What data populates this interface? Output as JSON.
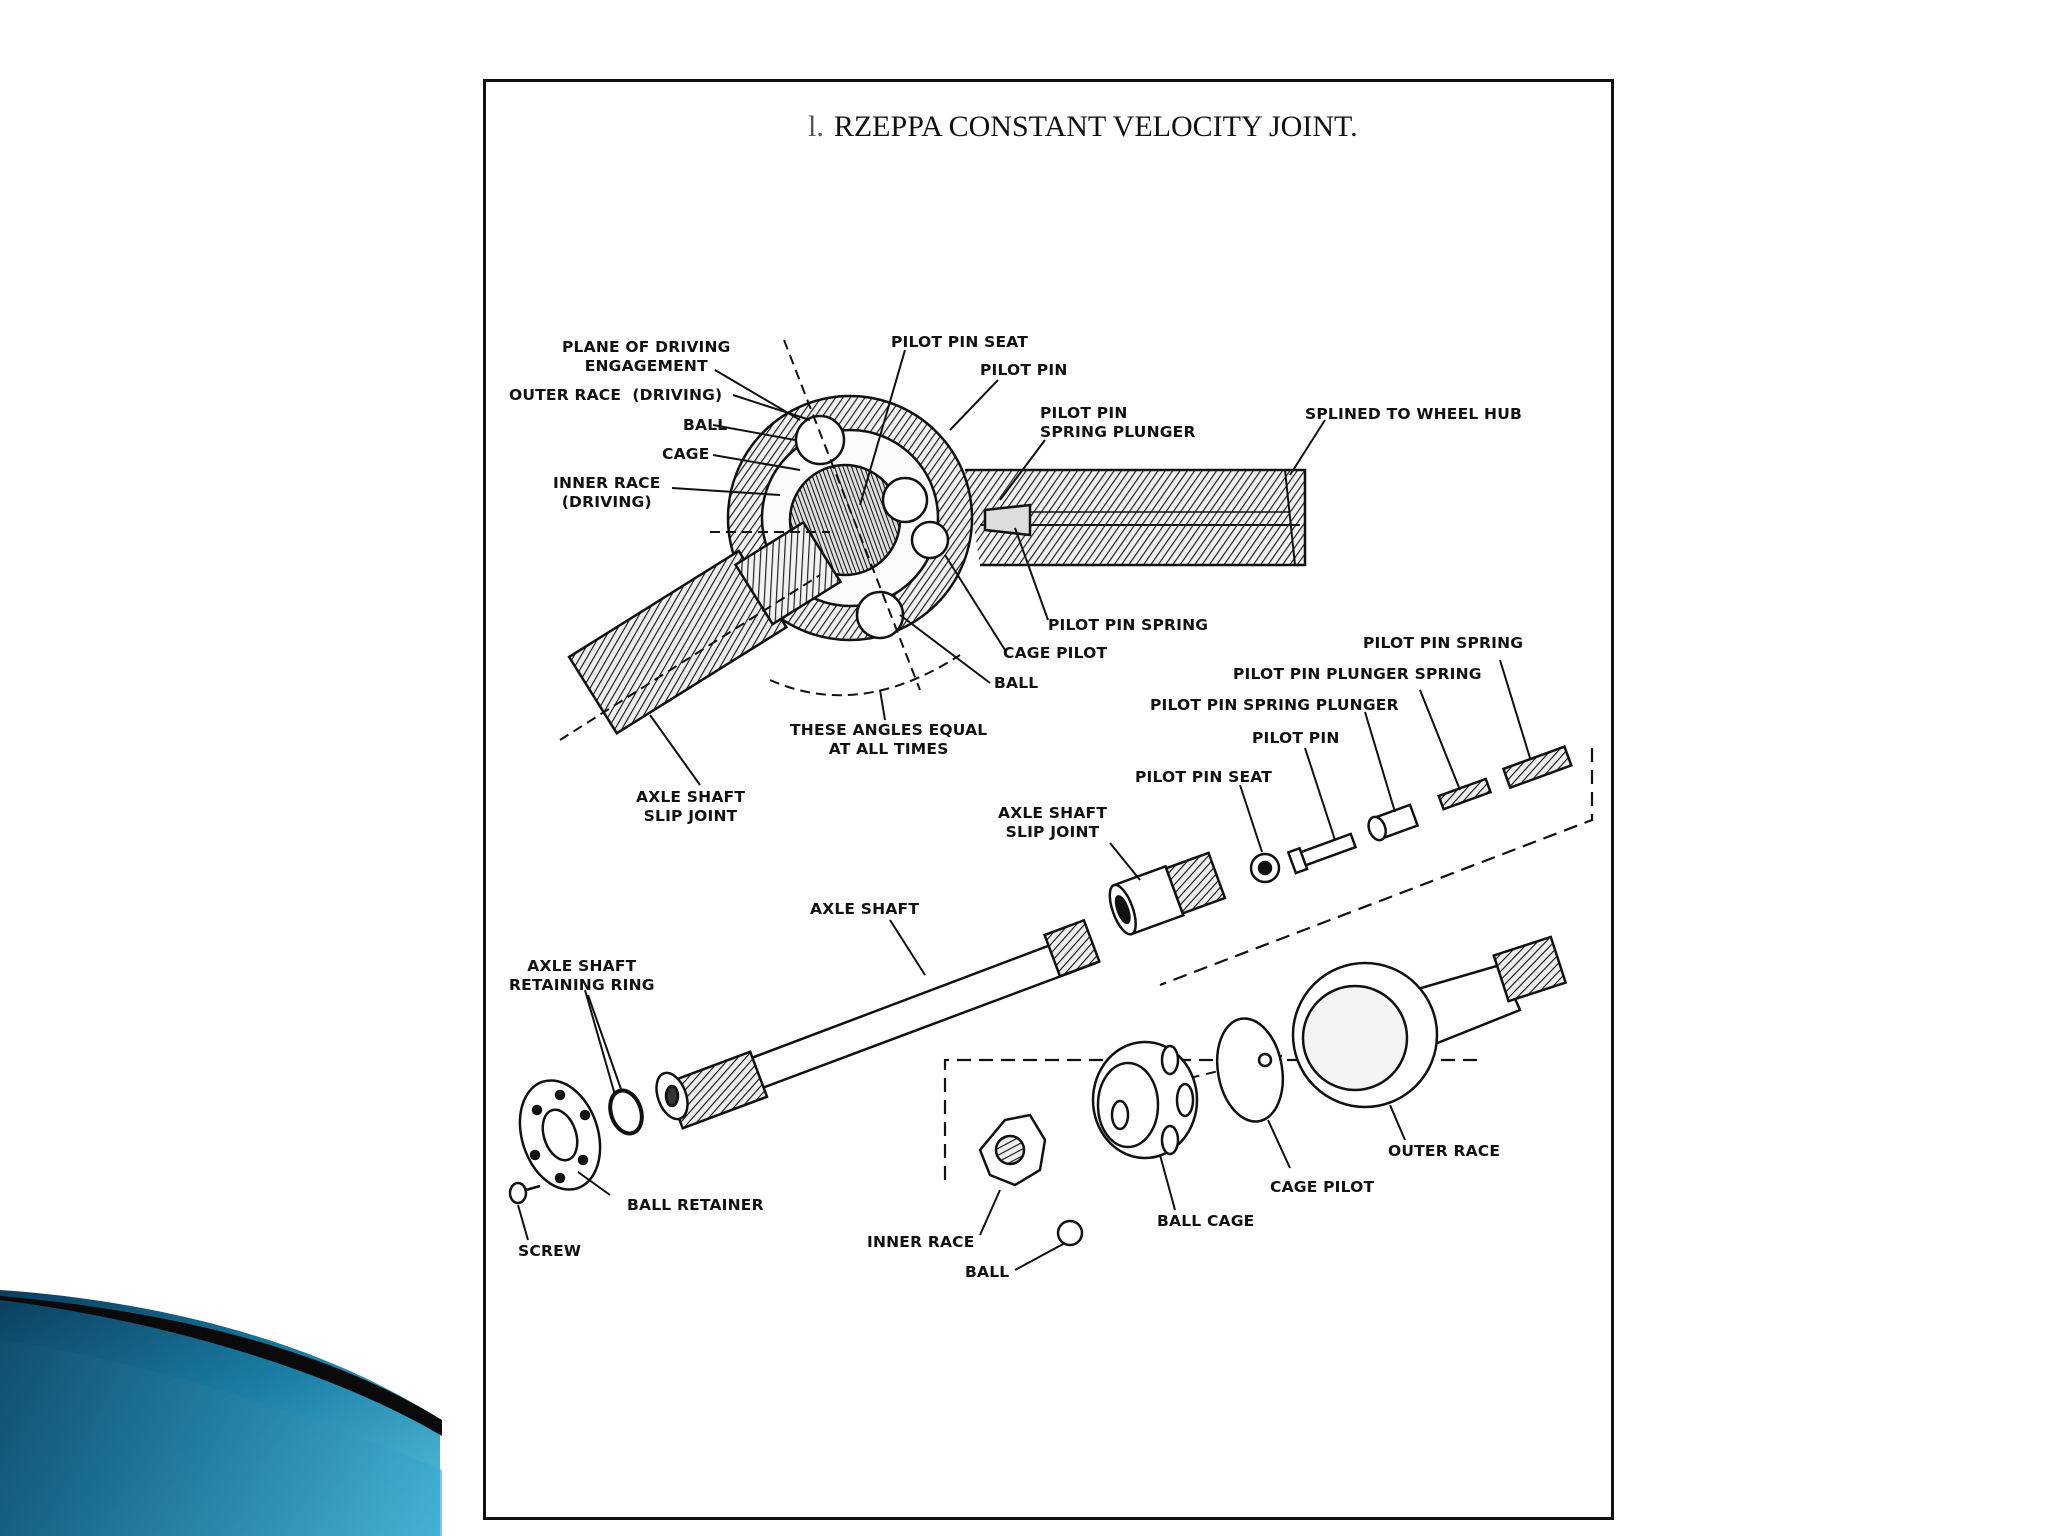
{
  "figure": {
    "title_prefix": "l.",
    "title": "RZEPPA CONSTANT VELOCITY JOINT."
  },
  "labels": {
    "plane_of_driving_engagement": "PLANE OF DRIVING\nENGAGEMENT",
    "outer_race_driving": "OUTER RACE  (DRIVING)",
    "ball_top": "BALL",
    "cage_top": "CAGE",
    "inner_race_driving": "INNER RACE\n(DRIVING)",
    "pilot_pin_seat_top": "PILOT PIN SEAT",
    "pilot_pin_top": "PILOT PIN",
    "pilot_pin_spring_plunger_top": "PILOT PIN\nSPRING PLUNGER",
    "splined_to_wheel_hub": "SPLINED TO WHEEL HUB",
    "pilot_pin_spring_top": "PILOT PIN SPRING",
    "cage_pilot_top": "CAGE PILOT",
    "ball_mid": "BALL",
    "these_angles_equal": "THESE ANGLES EQUAL\nAT ALL TIMES",
    "axle_shaft_slip_joint_top": "AXLE SHAFT\nSLIP JOINT",
    "pilot_pin_spring_right": "PILOT PIN SPRING",
    "pilot_pin_plunger_spring": "PILOT PIN PLUNGER SPRING",
    "pilot_pin_spring_plunger_right": "PILOT PIN SPRING PLUNGER",
    "pilot_pin_right": "PILOT PIN",
    "pilot_pin_seat_right": "PILOT PIN SEAT",
    "axle_shaft_slip_joint_mid": "AXLE SHAFT\nSLIP JOINT",
    "axle_shaft": "AXLE SHAFT",
    "axle_shaft_retaining_ring": "AXLE SHAFT\nRETAINING RING",
    "ball_retainer": "BALL RETAINER",
    "screw": "SCREW",
    "outer_race": "OUTER RACE",
    "cage_pilot_bottom": "CAGE PILOT",
    "ball_cage": "BALL CAGE",
    "inner_race": "INNER RACE",
    "ball_bottom": "BALL"
  },
  "colors": {
    "accent_dark": "#0b3d5c",
    "accent_mid": "#1b7fa6",
    "accent_light": "#58c3e0"
  }
}
